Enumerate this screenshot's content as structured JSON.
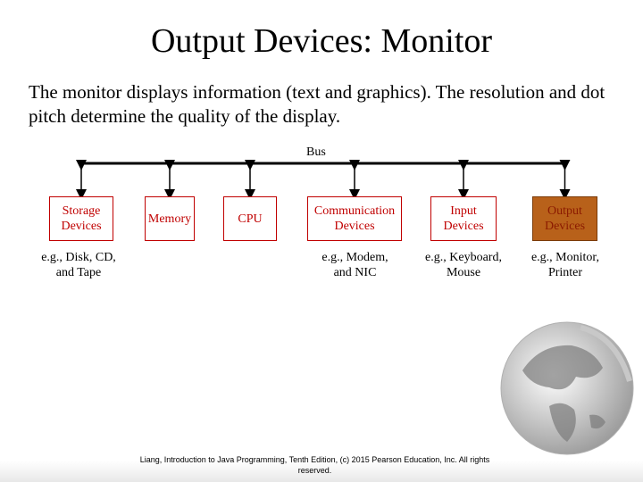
{
  "slide": {
    "title": "Output Devices: Monitor",
    "intro": "The monitor displays information (text and graphics). The resolution and dot pitch determine the quality of the display.",
    "footer": "Liang, Introduction to Java Programming, Tenth Edition, (c) 2015 Pearson Education, Inc. All rights reserved."
  },
  "diagram": {
    "bus_label": "Bus",
    "units": [
      {
        "label": "Storage\nDevices",
        "example": "e.g., Disk, CD,\nand Tape",
        "highlighted": false
      },
      {
        "label": "Memory",
        "example": "",
        "highlighted": false
      },
      {
        "label": "CPU",
        "example": "",
        "highlighted": false
      },
      {
        "label": "Communication\nDevices",
        "example": "e.g., Modem,\nand NIC",
        "highlighted": false
      },
      {
        "label": "Input\nDevices",
        "example": "e.g., Keyboard,\nMouse",
        "highlighted": false
      },
      {
        "label": "Output\nDevices",
        "example": "e.g., Monitor,\nPrinter",
        "highlighted": true
      }
    ],
    "colors": {
      "box_border": "#c00000",
      "box_text": "#c00000",
      "highlight_fill": "#b8611a"
    }
  },
  "icons": {
    "globe": "globe-icon"
  }
}
